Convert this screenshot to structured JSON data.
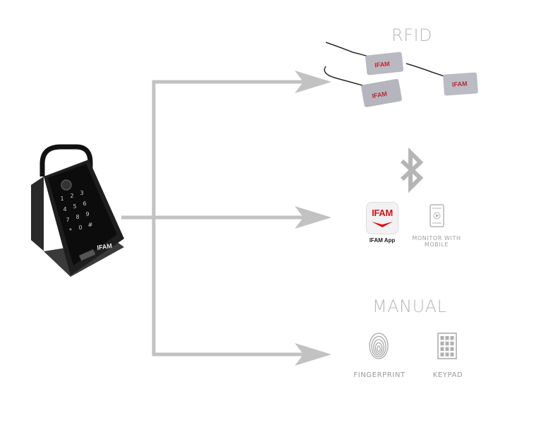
{
  "headings": {
    "rfid": "RFID",
    "manual": "MANUAL"
  },
  "captions": {
    "app": "IFAM App",
    "monitor_line1": "MONITOR WITH",
    "monitor_line2": "MOBILE",
    "fingerprint": "FINGERPRINT",
    "keypad": "KEYPAD"
  },
  "branding": {
    "card_logo": "IFAM",
    "app_logo": "IFAM",
    "device_logo": "IFAM"
  },
  "keypad_keys": [
    "1",
    "2",
    "3",
    "4",
    "5",
    "6",
    "7",
    "8",
    "9",
    "*",
    "0",
    "#"
  ],
  "colors": {
    "arrow": "#c2c2c2",
    "heading": "#b8b8b8",
    "brand_red": "#d6121a",
    "device_body": "#1e1e1e"
  },
  "icons": {
    "bluetooth": "bluetooth-icon",
    "phone": "mobile-phone-icon",
    "fingerprint": "fingerprint-icon",
    "keypad": "keypad-icon"
  }
}
